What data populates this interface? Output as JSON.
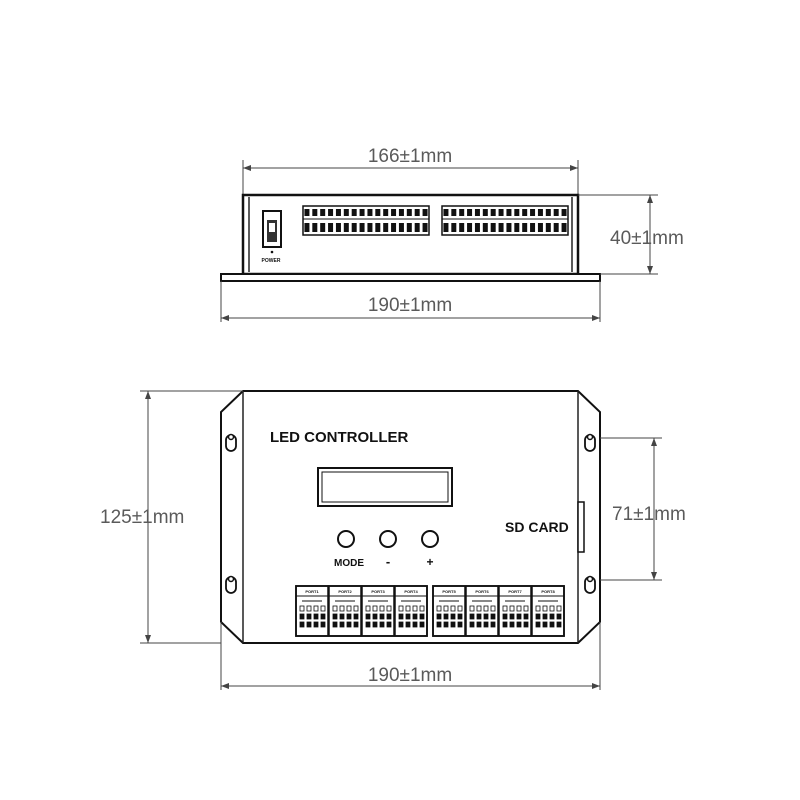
{
  "dimensions": {
    "top_width": "166±1mm",
    "top_base_width": "190±1mm",
    "top_height": "40±1mm",
    "front_height": "125±1mm",
    "front_mount_spacing": "71±1mm",
    "front_width": "190±1mm"
  },
  "labels": {
    "power": "POWER",
    "title": "LED CONTROLLER",
    "sd_card": "SD CARD",
    "button_mode": "MODE",
    "button_minus": "-",
    "button_plus": "+"
  },
  "ports": [
    "PORT1",
    "PORT2",
    "PORT3",
    "PORT4",
    "PORT5",
    "PORT6",
    "PORT7",
    "PORT8"
  ],
  "colors": {
    "line": "#222222",
    "dimension_text": "#5a5a5a"
  }
}
